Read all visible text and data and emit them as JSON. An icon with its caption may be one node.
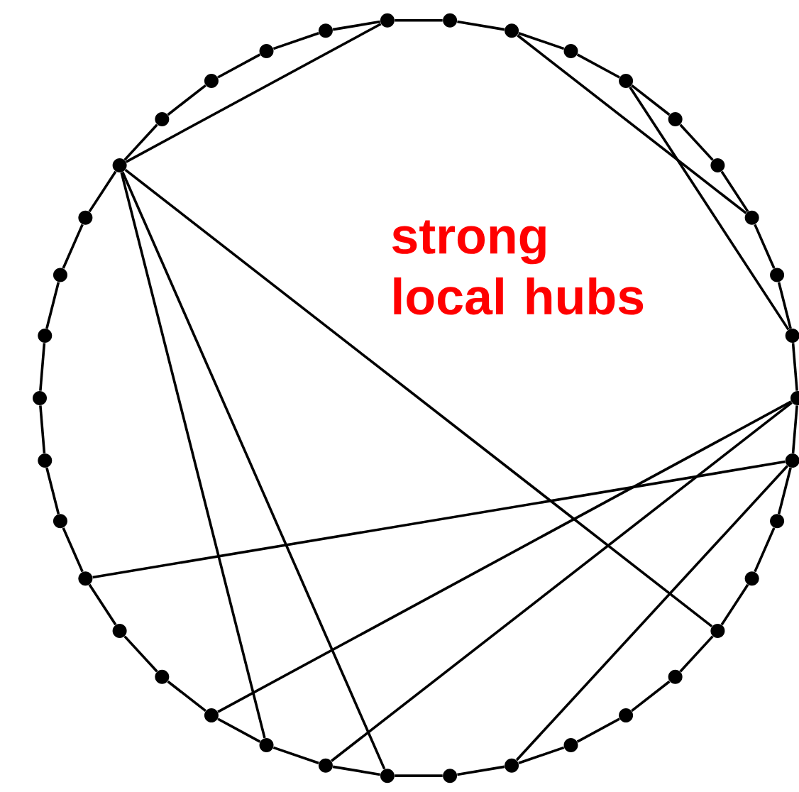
{
  "diagram": {
    "nodes": [
      {
        "text": [],
        "shape": "circle"
      },
      {
        "text": [],
        "shape": "circle"
      },
      {
        "text": [],
        "shape": "circle"
      },
      {
        "text": [],
        "shape": "circle"
      },
      {
        "text": [],
        "shape": "circle"
      },
      {
        "text": [],
        "shape": "circle"
      },
      {
        "text": [],
        "shape": "circle"
      },
      {
        "text": [],
        "shape": "circle"
      },
      {
        "text": [],
        "shape": "circle"
      },
      {
        "text": [],
        "shape": "circle"
      },
      {
        "text": [],
        "shape": "circle"
      },
      {
        "text": [],
        "shape": "circle"
      },
      {
        "text": [],
        "shape": "circle"
      },
      {
        "text": [],
        "shape": "circle"
      },
      {
        "text": [],
        "shape": "circle"
      },
      {
        "text": [],
        "shape": "circle"
      },
      {
        "text": [],
        "shape": "circle"
      },
      {
        "text": [],
        "shape": "circle"
      },
      {
        "text": [],
        "shape": "circle"
      },
      {
        "text": [],
        "shape": "circle"
      },
      {
        "text": [],
        "shape": "circle"
      },
      {
        "text": [],
        "shape": "circle"
      },
      {
        "text": [],
        "shape": "circle"
      },
      {
        "text": [],
        "shape": "circle"
      },
      {
        "text": [],
        "shape": "circle"
      },
      {
        "text": [],
        "shape": "circle"
      },
      {
        "text": [],
        "shape": "circle"
      },
      {
        "text": [],
        "shape": "circle"
      },
      {
        "text": [],
        "shape": "circle"
      },
      {
        "text": [],
        "shape": "circle"
      },
      {
        "text": [],
        "shape": "circle"
      },
      {
        "text": [],
        "shape": "circle"
      },
      {
        "text": [],
        "shape": "circle"
      },
      {
        "text": [],
        "shape": "circle"
      },
      {
        "text": [],
        "shape": "circle"
      },
      {
        "text": [],
        "shape": "circle"
      },
      {
        "text": [],
        "shape": "circle"
      },
      {
        "text": [],
        "shape": "circle"
      }
    ],
    "edges": [
      {
        "from": 0,
        "to": 1,
        "arrow": "none"
      },
      {
        "from": 1,
        "to": 2,
        "arrow": "none"
      },
      {
        "from": 2,
        "to": 3,
        "arrow": "none"
      },
      {
        "from": 3,
        "to": 4,
        "arrow": "none"
      },
      {
        "from": 4,
        "to": 5,
        "arrow": "none"
      },
      {
        "from": 5,
        "to": 6,
        "arrow": "none"
      },
      {
        "from": 6,
        "to": 7,
        "arrow": "none"
      },
      {
        "from": 7,
        "to": 8,
        "arrow": "none"
      },
      {
        "from": 8,
        "to": 9,
        "arrow": "none"
      },
      {
        "from": 9,
        "to": 10,
        "arrow": "none"
      },
      {
        "from": 10,
        "to": 11,
        "arrow": "none"
      },
      {
        "from": 11,
        "to": 12,
        "arrow": "none"
      },
      {
        "from": 12,
        "to": 13,
        "arrow": "none"
      },
      {
        "from": 13,
        "to": 14,
        "arrow": "none"
      },
      {
        "from": 14,
        "to": 15,
        "arrow": "none"
      },
      {
        "from": 15,
        "to": 16,
        "arrow": "none"
      },
      {
        "from": 16,
        "to": 17,
        "arrow": "none"
      },
      {
        "from": 17,
        "to": 18,
        "arrow": "none"
      },
      {
        "from": 18,
        "to": 19,
        "arrow": "none"
      },
      {
        "from": 19,
        "to": 20,
        "arrow": "none"
      },
      {
        "from": 20,
        "to": 21,
        "arrow": "none"
      },
      {
        "from": 21,
        "to": 22,
        "arrow": "none"
      },
      {
        "from": 22,
        "to": 23,
        "arrow": "none"
      },
      {
        "from": 23,
        "to": 24,
        "arrow": "none"
      },
      {
        "from": 24,
        "to": 25,
        "arrow": "none"
      },
      {
        "from": 25,
        "to": 26,
        "arrow": "none"
      },
      {
        "from": 26,
        "to": 27,
        "arrow": "none"
      },
      {
        "from": 27,
        "to": 28,
        "arrow": "none"
      },
      {
        "from": 28,
        "to": 29,
        "arrow": "none"
      },
      {
        "from": 29,
        "to": 30,
        "arrow": "none"
      },
      {
        "from": 30,
        "to": 31,
        "arrow": "none"
      },
      {
        "from": 31,
        "to": 32,
        "arrow": "none"
      },
      {
        "from": 32,
        "to": 33,
        "arrow": "none"
      },
      {
        "from": 33,
        "to": 34,
        "arrow": "none"
      },
      {
        "from": 34,
        "to": 35,
        "arrow": "none"
      },
      {
        "from": 35,
        "to": 36,
        "arrow": "none"
      },
      {
        "from": 36,
        "to": 37,
        "arrow": "none"
      },
      {
        "from": 37,
        "to": 0,
        "arrow": "none"
      },
      {
        "from": 15,
        "to": 10,
        "arrow": "none"
      },
      {
        "from": 15,
        "to": 34,
        "arrow": "none"
      },
      {
        "from": 15,
        "to": 26,
        "arrow": "none"
      },
      {
        "from": 15,
        "to": 28,
        "arrow": "none"
      },
      {
        "from": 8,
        "to": 3,
        "arrow": "none"
      },
      {
        "from": 6,
        "to": 1,
        "arrow": "none"
      },
      {
        "from": 0,
        "to": 25,
        "arrow": "none"
      },
      {
        "from": 0,
        "to": 27,
        "arrow": "none"
      },
      {
        "from": 37,
        "to": 22,
        "arrow": "none"
      },
      {
        "from": 37,
        "to": 30,
        "arrow": "none"
      }
    ],
    "labels": [
      "strong local hubs"
    ]
  }
}
